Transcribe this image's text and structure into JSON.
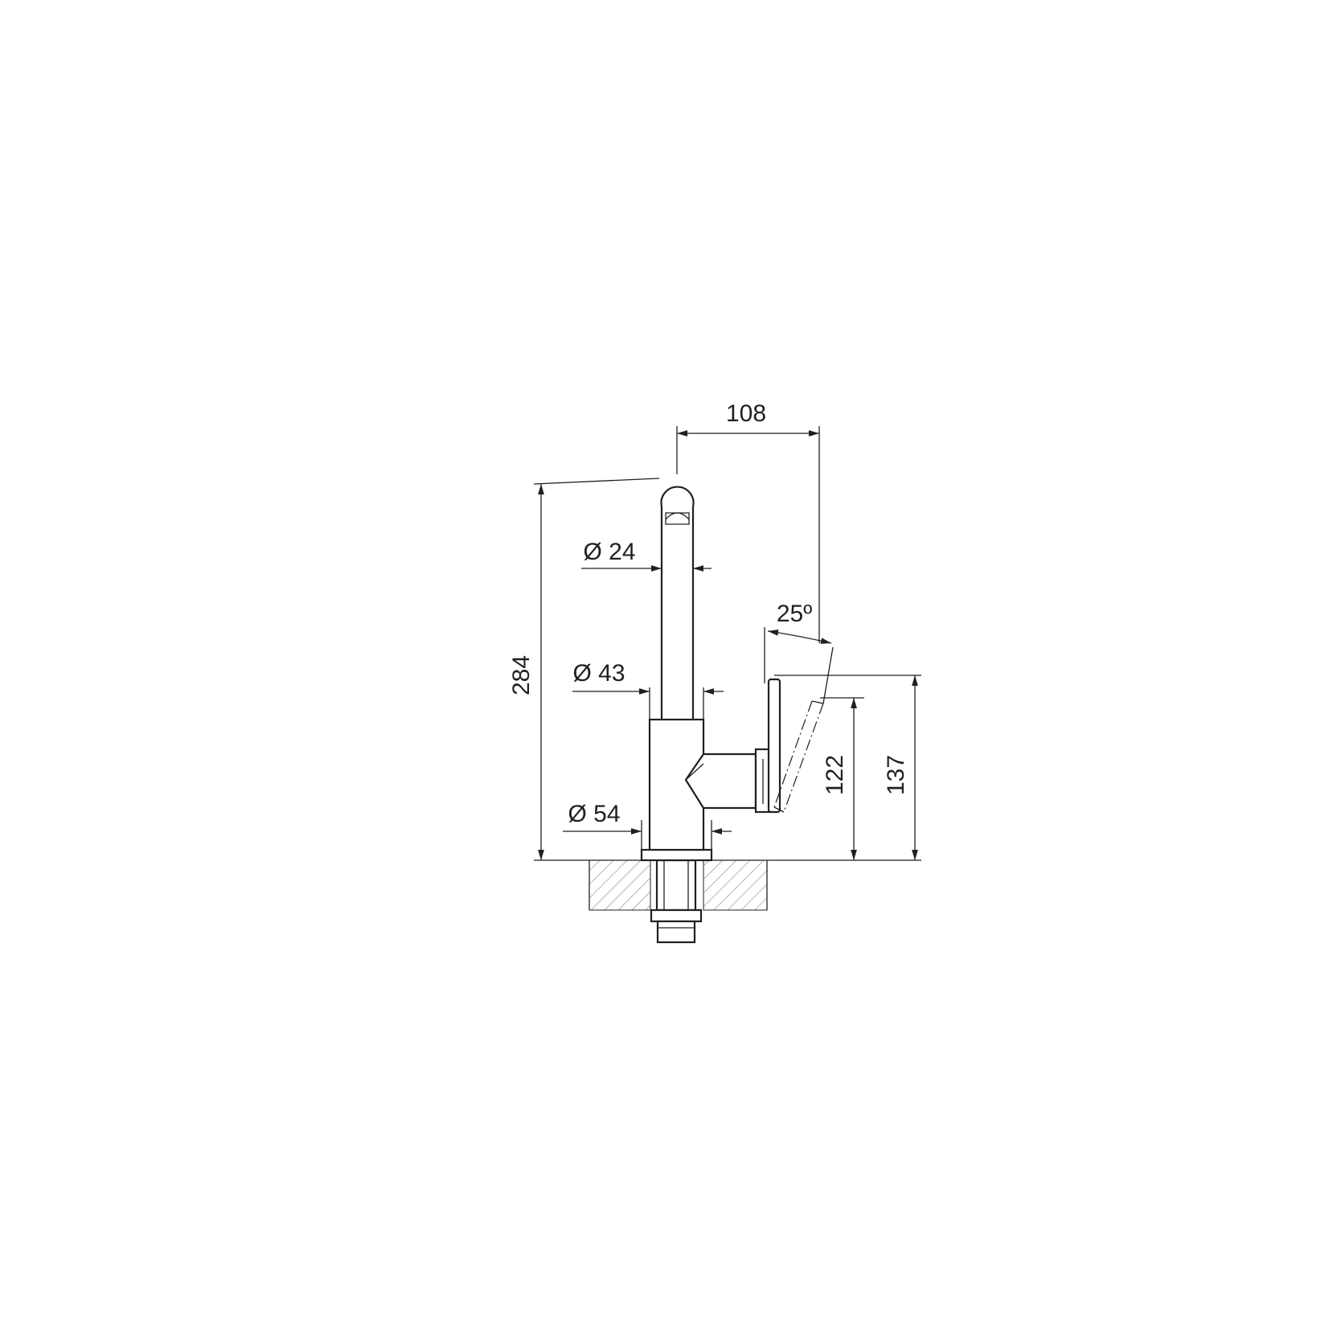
{
  "dimensions": {
    "reach": "108",
    "height_total": "284",
    "spout_diameter": "Ø 24",
    "body_upper_diameter": "Ø 43",
    "base_diameter": "Ø 54",
    "lever_angle": "25º",
    "lever_height": "122",
    "lever_top_height": "137"
  },
  "colors": {
    "line": "#231f20",
    "hatch": "#6d6e71",
    "background": "#ffffff"
  }
}
